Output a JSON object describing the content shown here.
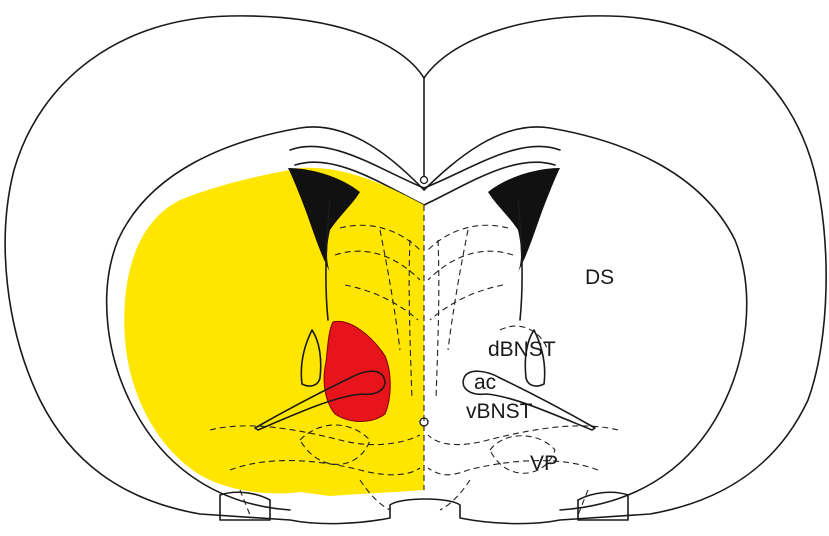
{
  "diagram": {
    "labels": {
      "ds": "DS",
      "dbnst": "dBNST",
      "ac": "ac",
      "vbnst": "vBNST",
      "vp": "VP"
    },
    "colors": {
      "highlight_region": "#FFE600",
      "target_region": "#E8141B",
      "ventricle": "#111111",
      "outline": "#1a1a1a",
      "background": "#ffffff"
    }
  }
}
